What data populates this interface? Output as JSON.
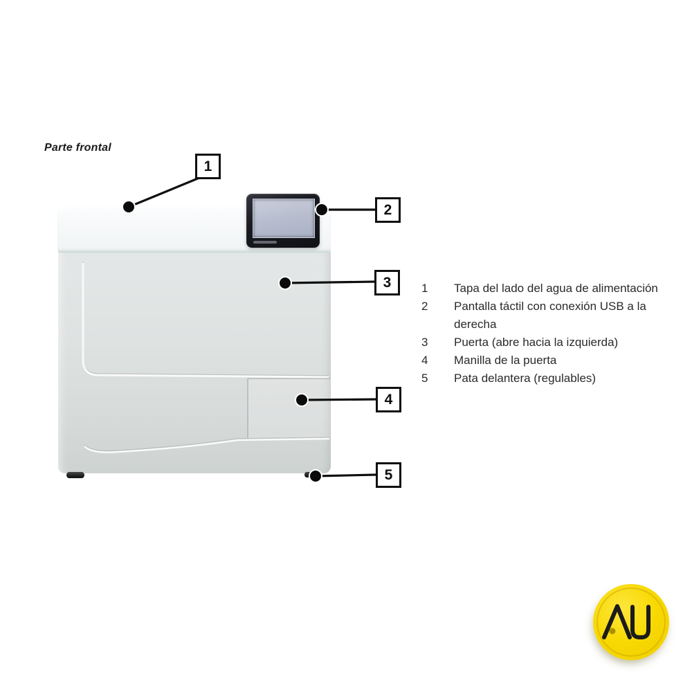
{
  "title": "Parte frontal",
  "callouts": [
    {
      "num": "1"
    },
    {
      "num": "2"
    },
    {
      "num": "3"
    },
    {
      "num": "4"
    },
    {
      "num": "5"
    }
  ],
  "legend": [
    {
      "num": "1",
      "text": "Tapa del lado del agua de alimentación"
    },
    {
      "num": "2",
      "text": "Pantalla táctil con conexión USB a la derecha"
    },
    {
      "num": "3",
      "text": "Puerta (abre hacia la izquierda)"
    },
    {
      "num": "4",
      "text": "Manilla de la puerta"
    },
    {
      "num": "5",
      "text": "Pata delantera (regulables)"
    }
  ],
  "logo": {
    "monogram": "AU"
  },
  "colors": {
    "separator_teal": "#cddcd8",
    "body_gray": "#dde1e0",
    "lid_white": "#f6f8f9",
    "screen_bezel": "#17181d",
    "screen_glass": "#b5bbcd",
    "callout_ink": "#101010",
    "logo_yellow": "#f8d903"
  }
}
